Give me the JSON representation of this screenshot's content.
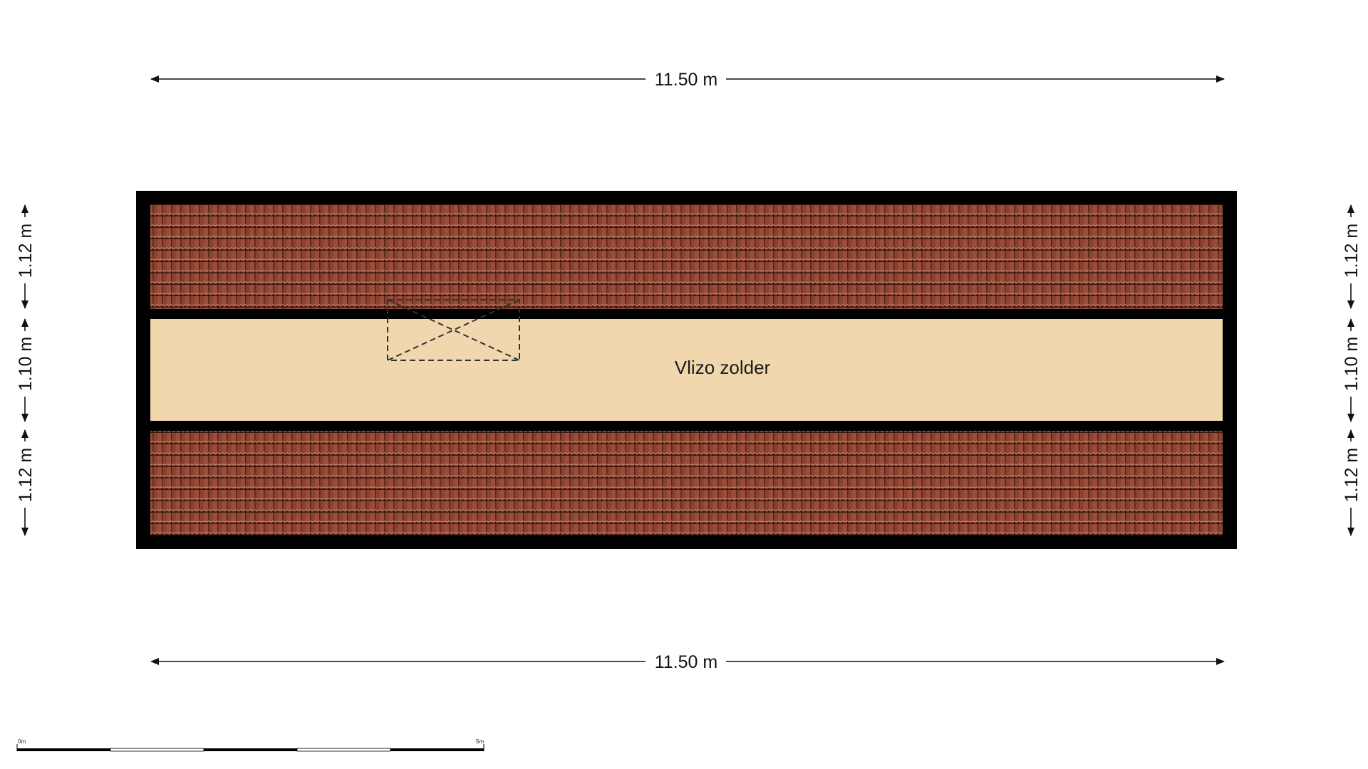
{
  "room": {
    "label": "Vlizo zolder"
  },
  "dimensions": {
    "top_width": "11.50 m",
    "bottom_width": "11.50 m",
    "left_top": "1.12 m",
    "left_middle": "1.10 m",
    "left_bottom": "1.12 m",
    "right_top": "1.12 m",
    "right_middle": "1.10 m",
    "right_bottom": "1.12 m"
  },
  "scale_bar": {
    "start_label": "0m",
    "end_label": "5m"
  },
  "colors": {
    "wall": "#000000",
    "roof_tile": "#8a4330",
    "roof_tile_shadow": "#4a1d12",
    "attic_floor": "#f1d7ae",
    "dimension_line": "#111111"
  },
  "icons": {
    "attic_hatch": "attic-hatch-icon"
  }
}
